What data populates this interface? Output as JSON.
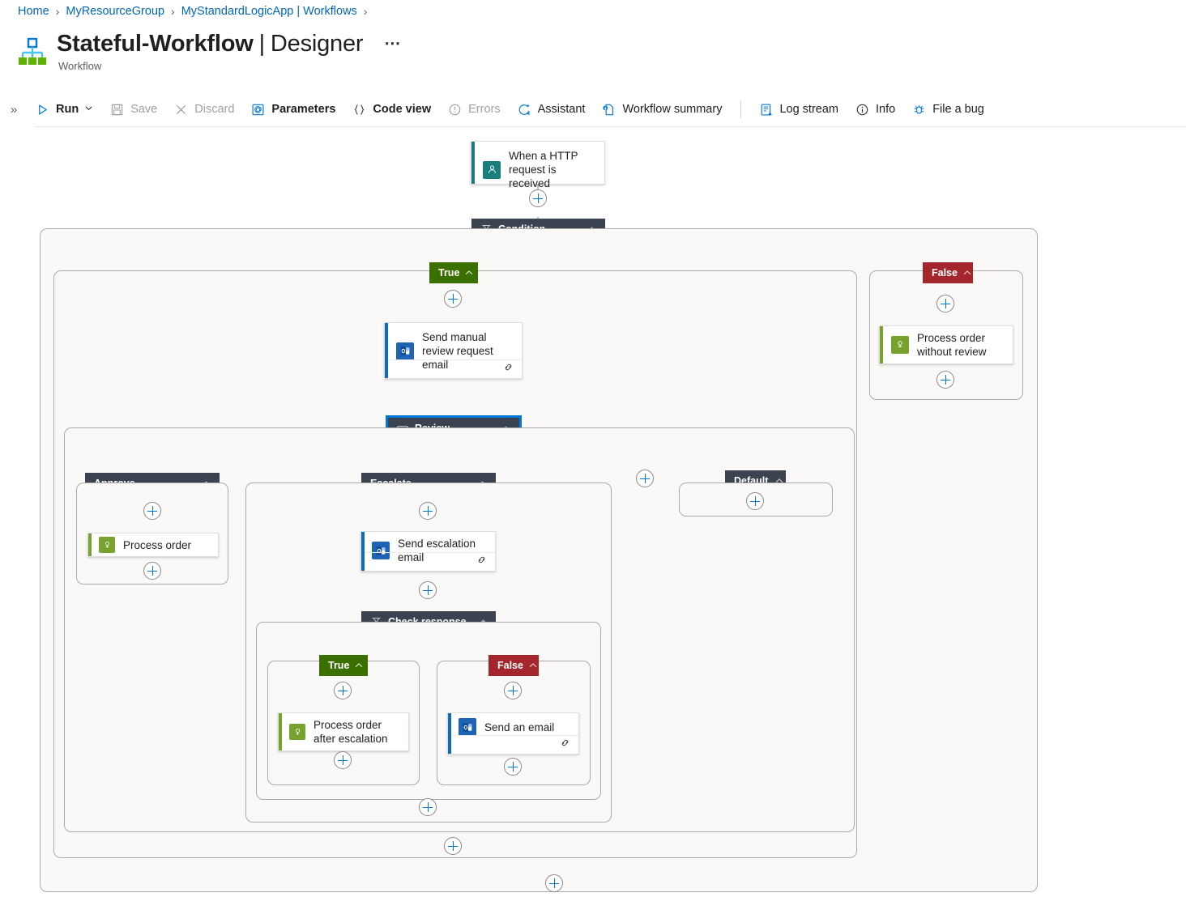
{
  "breadcrumb": {
    "items": [
      "Home",
      "MyResourceGroup",
      "MyStandardLogicApp | Workflows"
    ],
    "separator": "›"
  },
  "header": {
    "title_main": "Stateful-Workflow",
    "title_divider": "|",
    "title_sub": "Designer",
    "ellipsis": "⋯",
    "subtitle": "Workflow",
    "logo_icon": "workflow-hierarchy-icon"
  },
  "toolbar": {
    "collapse_icon": "»",
    "items": [
      {
        "label": "Run",
        "icon": "play-icon",
        "caret": "⌄",
        "disabled": false
      },
      {
        "label": "Save",
        "icon": "save-disk-icon",
        "caret": "",
        "disabled": true
      },
      {
        "label": "Discard",
        "icon": "close-x-icon",
        "caret": "",
        "disabled": true
      },
      {
        "label": "Parameters",
        "icon": "at-bracket-icon",
        "caret": "",
        "disabled": false
      },
      {
        "label": "Code view",
        "icon": "curly-braces-icon",
        "caret": "",
        "disabled": false
      },
      {
        "label": "Errors",
        "icon": "error-circle-icon",
        "caret": "",
        "disabled": true
      },
      {
        "label": "Assistant",
        "icon": "sparkle-chat-icon",
        "caret": "",
        "disabled": false
      },
      {
        "label": "Workflow summary",
        "icon": "summary-doc-icon",
        "caret": "",
        "disabled": false
      },
      {
        "label": "Log stream",
        "icon": "log-stream-icon",
        "caret": "",
        "disabled": false
      },
      {
        "label": "Info",
        "icon": "info-circle-icon",
        "caret": "",
        "disabled": false
      },
      {
        "label": "File a bug",
        "icon": "bug-icon",
        "caret": "",
        "disabled": false
      }
    ]
  },
  "colors": {
    "accent_blue": "#0078d4",
    "link_blue": "#0067b8",
    "header_dark": "#3b4351",
    "true_green": "#3a7000",
    "false_red": "#a4262c",
    "action_green": "#77a22d",
    "outlook_blue": "#0f6cbd",
    "trigger_teal": "#1a7f7c",
    "scope_bg": "#faf9f8",
    "scope_border": "#adabaa"
  },
  "designer": {
    "trigger": {
      "label": "When a HTTP request is received",
      "icon": "http-request-icon",
      "accent": "#1a7f7c"
    },
    "condition": {
      "label": "Condition",
      "icon": "condition-icon",
      "branches": {
        "true_label": "True",
        "false_label": "False"
      }
    },
    "actions": {
      "send_manual_review": {
        "label": "Send manual review request email",
        "icon": "outlook-icon",
        "accent": "#0f6cbd",
        "has_footer": true,
        "footer_icon": "connection-link-icon"
      },
      "process_without_review": {
        "label": "Process order without review",
        "icon": "service-bus-icon",
        "accent": "#77a22d",
        "has_footer": false,
        "footer_icon": ""
      },
      "process_order": {
        "label": "Process order",
        "icon": "service-bus-icon",
        "accent": "#77a22d",
        "has_footer": false,
        "footer_icon": ""
      },
      "send_escalation": {
        "label": "Send escalation email",
        "icon": "outlook-icon",
        "accent": "#0f6cbd",
        "has_footer": true,
        "footer_icon": "connection-link-icon"
      },
      "process_after_escalation": {
        "label": "Process order after escalation",
        "icon": "service-bus-icon",
        "accent": "#77a22d",
        "has_footer": false,
        "footer_icon": ""
      },
      "send_an_email": {
        "label": "Send an email",
        "icon": "outlook-icon",
        "accent": "#0f6cbd",
        "has_footer": true,
        "footer_icon": "connection-link-icon"
      }
    },
    "switch": {
      "label": "Review",
      "icon": "switch-icon",
      "selected": true,
      "cases": [
        {
          "label": "Approve"
        },
        {
          "label": "Escalate"
        },
        {
          "label": "Default"
        }
      ]
    },
    "nested_condition": {
      "label": "Check response",
      "icon": "condition-icon",
      "true_label": "True",
      "false_label": "False"
    },
    "collapse_caret": "⌃"
  }
}
